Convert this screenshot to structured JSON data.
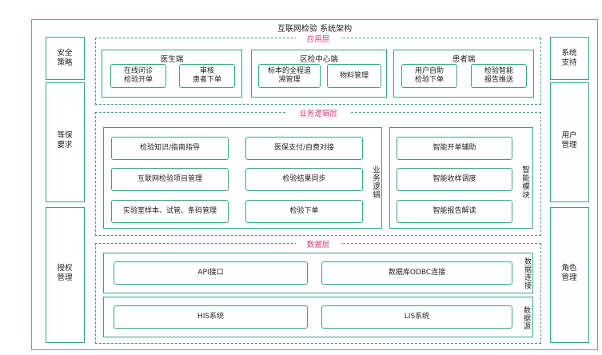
{
  "title": "互联网检验 系统架构",
  "left_column": {
    "top": "安全\n策略",
    "middle": "等保\n要求",
    "bottom": "授权\n管理"
  },
  "right_column": {
    "top": "系统\n支持",
    "middle": "用户\n管理",
    "bottom": "角色\n管理"
  },
  "application_layer": {
    "title": "应用层",
    "groups": [
      {
        "title": "医生端",
        "items": [
          "在线问诊\n检验开单",
          "审核\n患者下单"
        ]
      },
      {
        "title": "区检中心端",
        "items": [
          "标本的全程追\n溯管理",
          "物料管理"
        ]
      },
      {
        "title": "患者端",
        "items": [
          "用户自助\n检验下单",
          "检验智能\n报告推送"
        ]
      }
    ]
  },
  "business_layer": {
    "title": "业务逻辑层",
    "logic_label": "业务逻辑",
    "logic_items": [
      "检验知识/指南指导",
      "医保支付/自费对接",
      "互联网检验项目管理",
      "检验结果同步",
      "实验室样本、试管、条码管理",
      "检验下单"
    ],
    "smart_label": "智能模块",
    "smart_items": [
      "智能开单辅助",
      "智能收样调度",
      "智能报告解读"
    ]
  },
  "data_layer": {
    "title": "数据层",
    "connect_label": "数据连接",
    "connect_items": [
      "API接口",
      "数据库ODBC连接"
    ],
    "source_label": "数据源",
    "source_items": [
      "HIS系统",
      "LIS系统"
    ]
  }
}
